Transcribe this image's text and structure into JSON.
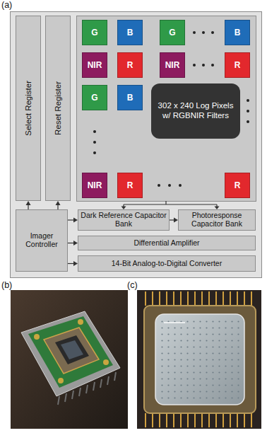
{
  "diagram": {
    "nodes": [
      {
        "text": [
          "Select Register"
        ]
      },
      {
        "text": [
          "Reset Register"
        ]
      },
      {
        "text": [
          "G"
        ]
      },
      {
        "text": [
          "B"
        ]
      },
      {
        "text": [
          "G"
        ]
      },
      {
        "text": [
          "B"
        ]
      },
      {
        "text": [
          "NIR"
        ]
      },
      {
        "text": [
          "R"
        ]
      },
      {
        "text": [
          "NIR"
        ]
      },
      {
        "text": [
          "R"
        ]
      },
      {
        "text": [
          "G"
        ]
      },
      {
        "text": [
          "B"
        ]
      },
      {
        "text": [
          "302 x 240 Log Pixels w/ RGBNIR Filters"
        ]
      },
      {
        "text": [
          "NIR"
        ]
      },
      {
        "text": [
          "R"
        ]
      },
      {
        "text": [
          "R"
        ]
      },
      {
        "text": [
          "Imager Controller"
        ]
      },
      {
        "text": [
          "Dark Reference Capacitor Bank"
        ]
      },
      {
        "text": [
          "Photoresponse Capacitor Bank"
        ]
      },
      {
        "text": [
          "Differential Amplifier"
        ]
      },
      {
        "text": [
          "14-Bit Analog-to-Digital Converter"
        ]
      }
    ],
    "edges": [
      {
        "from": 16,
        "to": 0,
        "arrow": "to"
      },
      {
        "from": 16,
        "to": 1,
        "arrow": "to"
      },
      {
        "from": 16,
        "to": 17,
        "arrow": "to"
      },
      {
        "from": 17,
        "to": 18,
        "arrow": "to"
      },
      {
        "from": 16,
        "to": 19,
        "arrow": "to"
      },
      {
        "from": 16,
        "to": 20,
        "arrow": "to"
      }
    ],
    "labels": [
      "(a)",
      "(b)",
      "(c)"
    ]
  }
}
